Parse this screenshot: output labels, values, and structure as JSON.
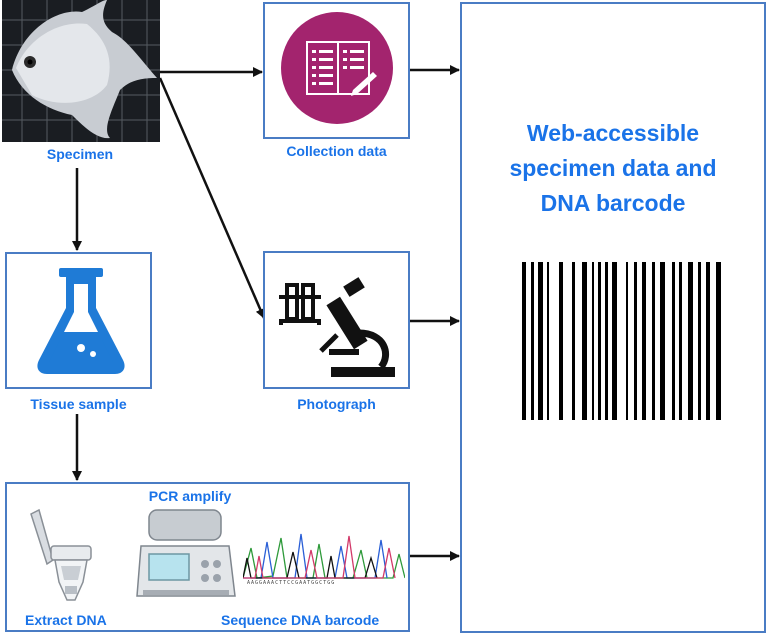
{
  "nodes": {
    "specimen": {
      "label": "Specimen"
    },
    "collection": {
      "label": "Collection data"
    },
    "photograph": {
      "label": "Photograph"
    },
    "tissue": {
      "label": "Tissue sample"
    },
    "pcr": {
      "title": "PCR amplify",
      "extract_label": "Extract DNA",
      "sequence_label": "Sequence DNA barcode",
      "sequence_text": "AAGGAAACTTCCGAATGGCTGG"
    },
    "result": {
      "title_lines": [
        "Web-accessible",
        "specimen data and",
        "DNA barcode"
      ]
    }
  },
  "colors": {
    "border": "#4a7cc4",
    "label": "#1a73e8",
    "collection_circle": "#a3246e",
    "tissue_icon": "#1f7bd6",
    "arrow": "#111111"
  },
  "icons": {
    "specimen": "fish-photo",
    "collection": "clipboard-form-icon",
    "photograph": "microscope-icon",
    "tissue": "flask-icon",
    "extract": "spin-column-icon",
    "thermocycler": "thermocycler-icon",
    "chromatogram": "chromatogram-icon",
    "barcode": "barcode-icon"
  }
}
